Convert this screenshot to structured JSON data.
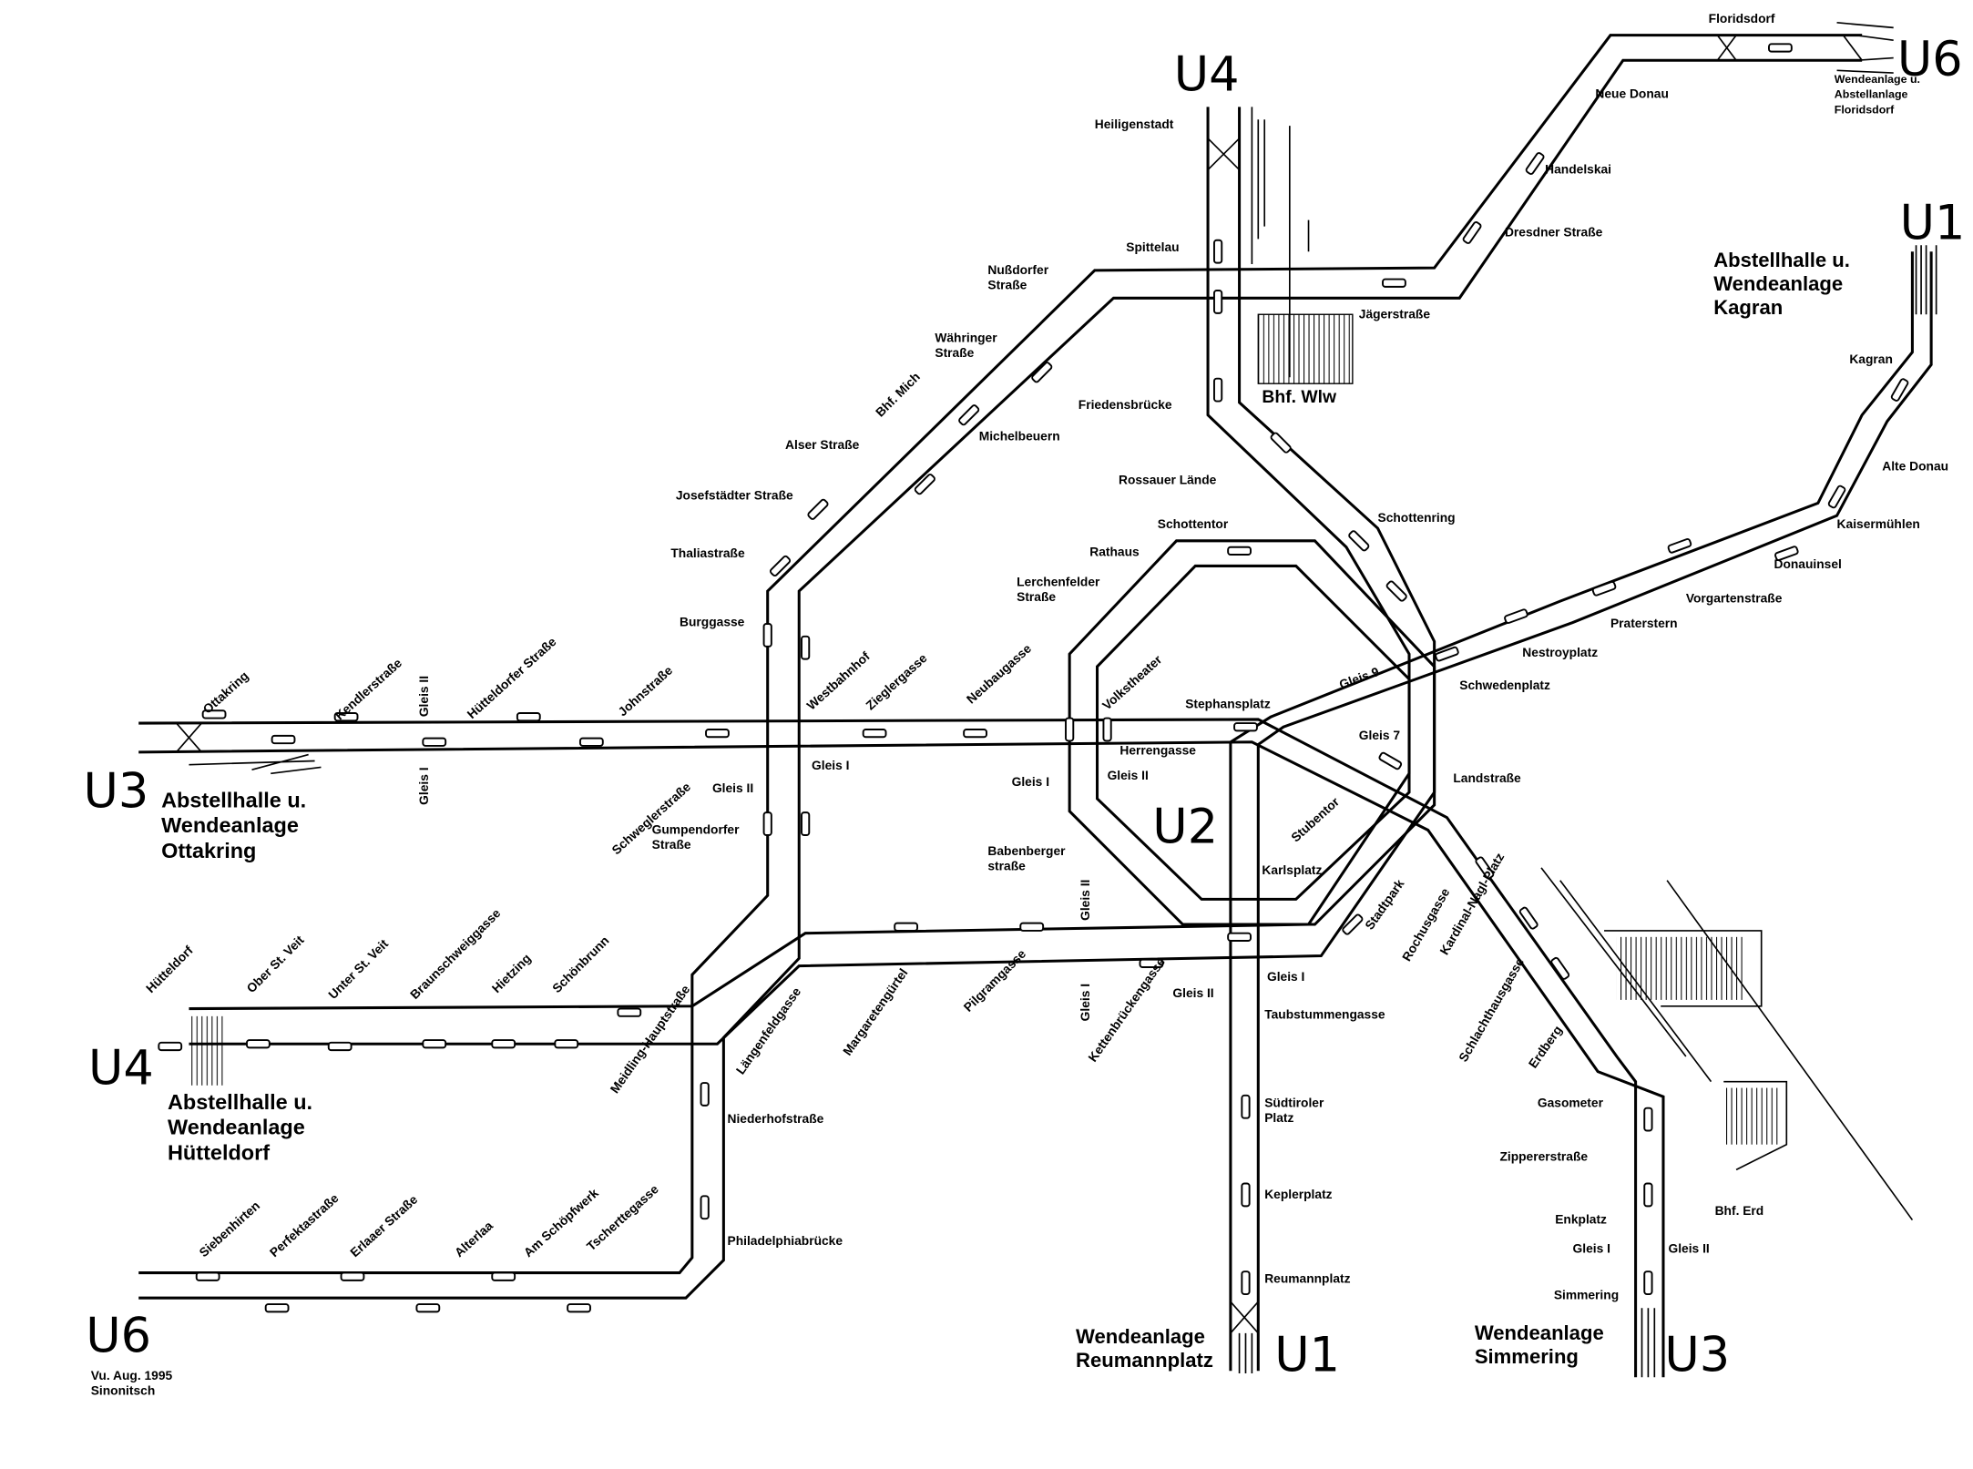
{
  "title": "U-Bahn Gleisplan Wien",
  "line_labels": [
    "U6",
    "U4",
    "U1",
    "U3",
    "U2",
    "U4",
    "U6",
    "U1",
    "U3"
  ],
  "depots": [
    [
      "Wendeanlage u.",
      "Abstellanlage",
      "Floridsdorf"
    ],
    [
      "Abstellhalle u.",
      "Wendeanlage",
      "Kagran"
    ],
    [
      "Abstellhalle u.",
      "Wendeanlage",
      "Ottakring"
    ],
    [
      "Abstellhalle u.",
      "Wendeanlage",
      "Hütteldorf"
    ],
    [
      "Wendeanlage",
      "Reumannplatz"
    ],
    [
      "Wendeanlage",
      "Simmering"
    ]
  ],
  "yards": [
    "Bhf. Wlw",
    "Bhf. Erd",
    "Bhf. Mich"
  ],
  "stations": [
    "Floridsdorf",
    "Neue Donau",
    "Handelskai",
    "Dresdner Straße",
    "Jägerstraße",
    "Heiligenstadt",
    "Spittelau",
    "Nußdorfer Straße",
    "Währinger Straße",
    "Michelbeuern",
    "Alser Straße",
    "Josefstädter Straße",
    "Thaliastraße",
    "Burggasse",
    "Friedensbrücke",
    "Rossauer Lände",
    "Schottentor",
    "Schottenring",
    "Rathaus",
    "Lerchenfelder Straße",
    "Stephansplatz",
    "Schwedenplatz",
    "Nestroyplatz",
    "Praterstern",
    "Vorgartenstraße",
    "Donauinsel",
    "Kaisermühlen",
    "Alte Donau",
    "Kagran",
    "Landstraße",
    "Herrengasse",
    "Volkstheater",
    "Neubaugasse",
    "Zieglergasse",
    "Westbahnhof",
    "Schweglerstraße",
    "Gumpendorfer Straße",
    "Johnstraße",
    "Hütteldorfer Straße",
    "Kendlerstraße",
    "Ottakring",
    "Stubentor",
    "Karlsplatz",
    "Babenberger straße",
    "Stadtpark",
    "Rochusgasse",
    "Kardinal-Nagl-Platz",
    "Taubstummengasse",
    "Kettenbrückengasse",
    "Pilgramgasse",
    "Margaretengürtel",
    "Längenfeldgasse",
    "Meidling-Hauptstraße",
    "Niederhofstraße",
    "Schlachthausgasse",
    "Erdberg",
    "Gasometer",
    "Zippererstraße",
    "Enkplatz",
    "Simmering",
    "Südtiroler Platz",
    "Keplerplatz",
    "Reumannplatz",
    "Hütteldorf",
    "Ober St. Veit",
    "Unter St. Veit",
    "Braunschweiggasse",
    "Hietzing",
    "Schönbrunn",
    "Siebenhirten",
    "Perfektastraße",
    "Erlaaer Straße",
    "Alterlaa",
    "Am Schöpfwerk",
    "Tscherttegasse",
    "Philadelphiabrücke"
  ],
  "tracks": [
    "Gleis 9",
    "Gleis 7",
    "Gleis I",
    "Gleis II",
    "Gleis I",
    "Gleis II",
    "Gleis II",
    "Gleis I",
    "Gleis II",
    "Gleis I",
    "Gleis II",
    "Gleis I",
    "Gleis I",
    "Gleis II"
  ],
  "credit": [
    "Vu. Aug. 1995",
    "Sinonitsch"
  ]
}
